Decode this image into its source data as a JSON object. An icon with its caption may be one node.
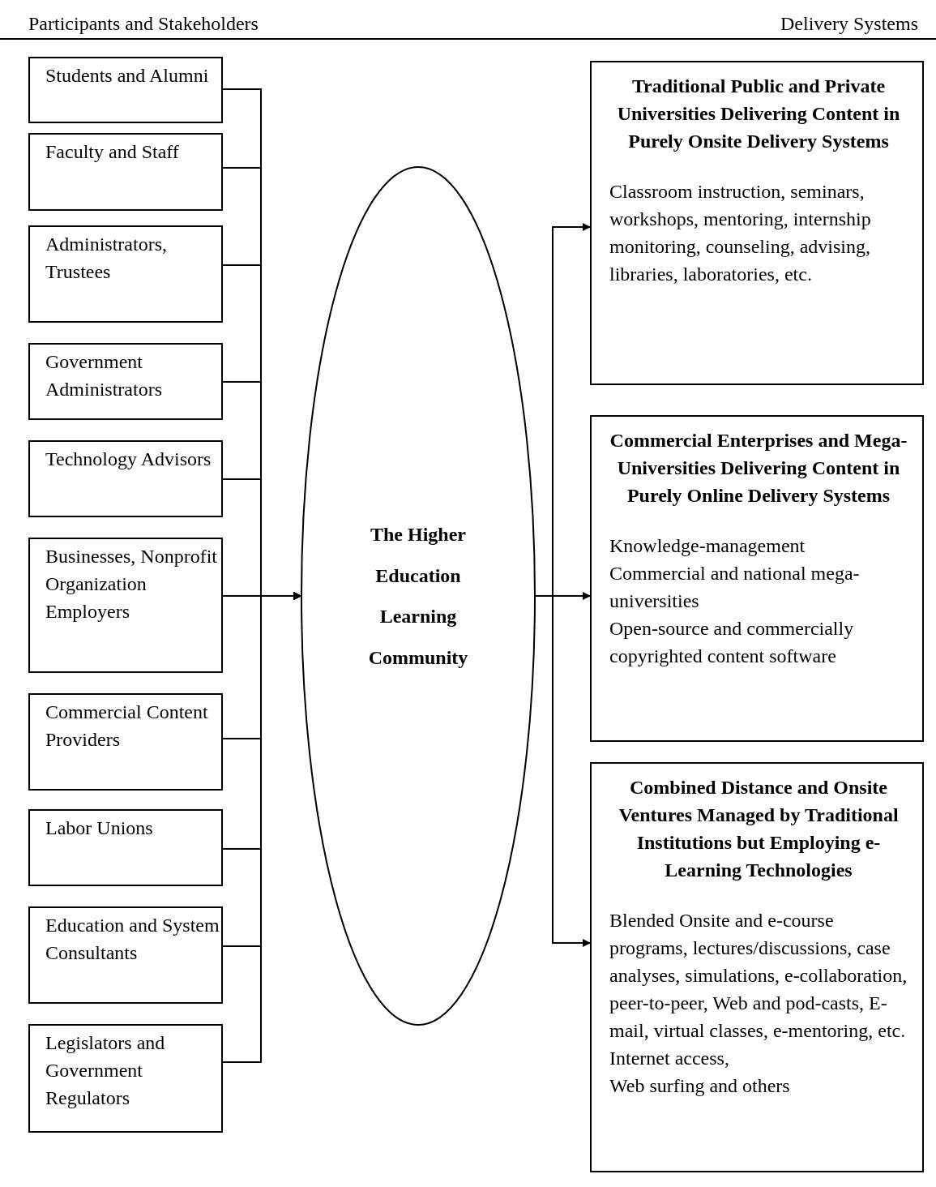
{
  "diagram": {
    "nodes": [
      {
        "text": [
          "Students and Alumni"
        ]
      },
      {
        "text": [
          "Faculty and Staff"
        ]
      },
      {
        "text": [
          "Administrators, Trustees"
        ]
      },
      {
        "text": [
          "Government Administrators"
        ]
      },
      {
        "text": [
          "Technology Advisors"
        ]
      },
      {
        "text": [
          "Businesses, Nonprofit Organization Employers"
        ]
      },
      {
        "text": [
          "Commercial Content Providers"
        ]
      },
      {
        "text": [
          "Labor Unions"
        ]
      },
      {
        "text": [
          "Education and System Consultants"
        ]
      },
      {
        "text": [
          "Legislators and Government Regulators"
        ]
      },
      {
        "text": [
          "The Higher Education Learning Community"
        ]
      },
      {
        "text": [
          "Traditional Public and Private Universities Delivering Content in Purely Onsite Delivery Systems",
          "Classroom instruction, seminars, workshops, mentoring, internship monitoring, counseling, advising, libraries, laboratories, etc."
        ]
      },
      {
        "text": [
          "Commercial Enterprises and Mega-Universities Delivering Content in Purely Online Delivery Systems",
          "Knowledge-management",
          "Commercial and national mega-universities",
          "Open-source and commercially copyrighted content software"
        ]
      },
      {
        "text": [
          "Combined Distance and Onsite Ventures Managed by Traditional Institutions but Employing e-Learning Technologies",
          "Blended Onsite and e-course programs, lectures/discussions, case analyses, simulations, e-collaboration, peer-to-peer, Web and pod-casts, E-mail, virtual classes, e-mentoring, etc.",
          "Internet access,",
          "Web surfing and others"
        ]
      }
    ],
    "edges": [
      {
        "from": 0,
        "to": 10,
        "arrow": "to"
      },
      {
        "from": 1,
        "to": 10,
        "arrow": "to"
      },
      {
        "from": 2,
        "to": 10,
        "arrow": "to"
      },
      {
        "from": 3,
        "to": 10,
        "arrow": "to"
      },
      {
        "from": 4,
        "to": 10,
        "arrow": "to"
      },
      {
        "from": 5,
        "to": 10,
        "arrow": "to"
      },
      {
        "from": 6,
        "to": 10,
        "arrow": "to"
      },
      {
        "from": 7,
        "to": 10,
        "arrow": "to"
      },
      {
        "from": 8,
        "to": 10,
        "arrow": "to"
      },
      {
        "from": 9,
        "to": 10,
        "arrow": "to"
      },
      {
        "from": 10,
        "to": 11,
        "arrow": "to"
      },
      {
        "from": 10,
        "to": 12,
        "arrow": "to"
      },
      {
        "from": 10,
        "to": 13,
        "arrow": "to"
      }
    ],
    "labels": [
      "Participants and Stakeholders",
      "Delivery Systems"
    ]
  }
}
